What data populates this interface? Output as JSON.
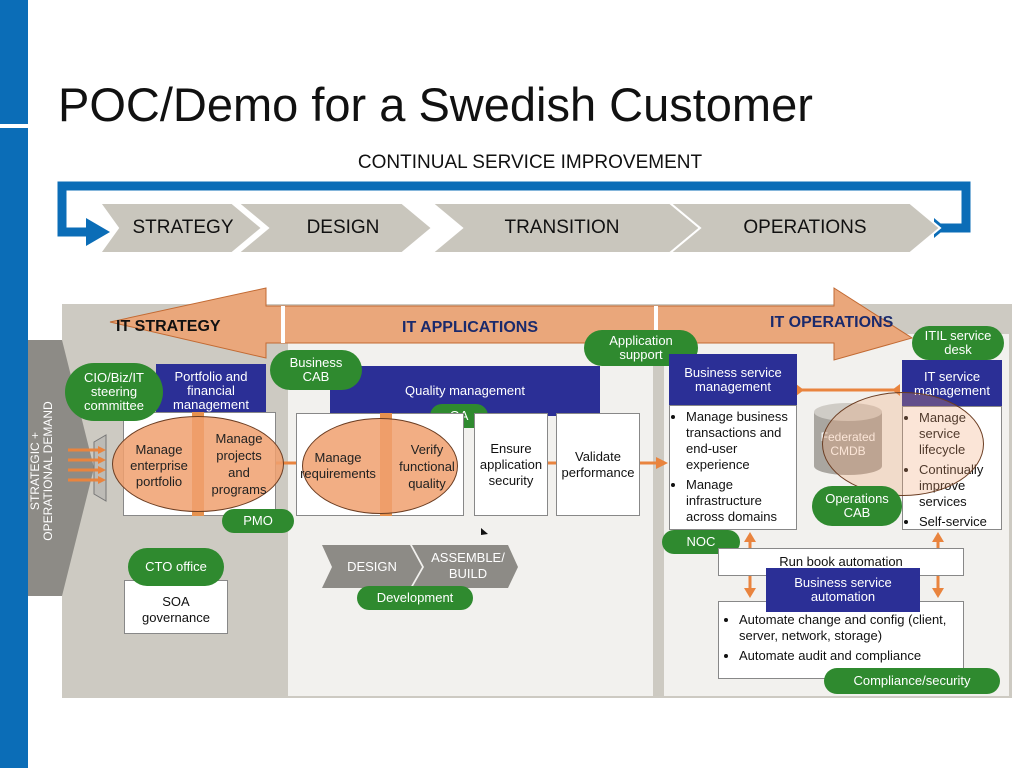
{
  "title": "POC/Demo for a Swedish Customer",
  "csi": "CONTINUAL SERVICE IMPROVEMENT",
  "phases": [
    "STRATEGY",
    "DESIGN",
    "TRANSITION",
    "OPERATIONS"
  ],
  "side_label": "STRATEGIC + OPERATIONAL DEMAND",
  "headers": {
    "strategy": "IT STRATEGY",
    "applications": "IT APPLICATIONS",
    "operations": "IT OPERATIONS"
  },
  "strategy": {
    "cio": "CIO/Biz/IT steering committee",
    "portfolio_mgmt": "Portfolio and financial management",
    "manage_portfolio": "Manage enterprise portfolio",
    "manage_projects": "Manage projects and programs",
    "pmo": "PMO",
    "cto": "CTO office",
    "soa": "SOA governance"
  },
  "applications": {
    "business_cab": "Business CAB",
    "quality_mgmt": "Quality management",
    "qa": "QA",
    "app_support": "Application support",
    "manage_requirements": "Manage requirements",
    "verify_quality": "Verify functional quality",
    "ensure_security": "Ensure application security",
    "validate_performance": "Validate performance",
    "dev_design": "DESIGN",
    "dev_build": "ASSEMBLE/ BUILD",
    "development": "Development"
  },
  "operations": {
    "bsm": "Business service management",
    "bsm_items": [
      "Manage business transactions and end-user experience",
      "Manage infrastructure across domains"
    ],
    "cmdb": "Federated CMDB",
    "ops_cab": "Operations CAB",
    "itil": "ITIL service desk",
    "itsm": "IT service management",
    "itsm_items": [
      "Manage service lifecycle",
      "Continually improve services",
      "Self-service"
    ],
    "noc": "NOC",
    "runbook": "Run book automation",
    "bsa": "Business service automation",
    "bsa_items": [
      "Automate change and config (client, server, network, storage)",
      "Automate audit and compliance"
    ],
    "compliance": "Compliance/security"
  },
  "colors": {
    "brand_blue": "#0b6db7",
    "chevron": "#c9c6bd",
    "panel": "#cdcac2",
    "navy": "#2b2f96",
    "green": "#2f8a2f",
    "orange": "#e9843e"
  }
}
